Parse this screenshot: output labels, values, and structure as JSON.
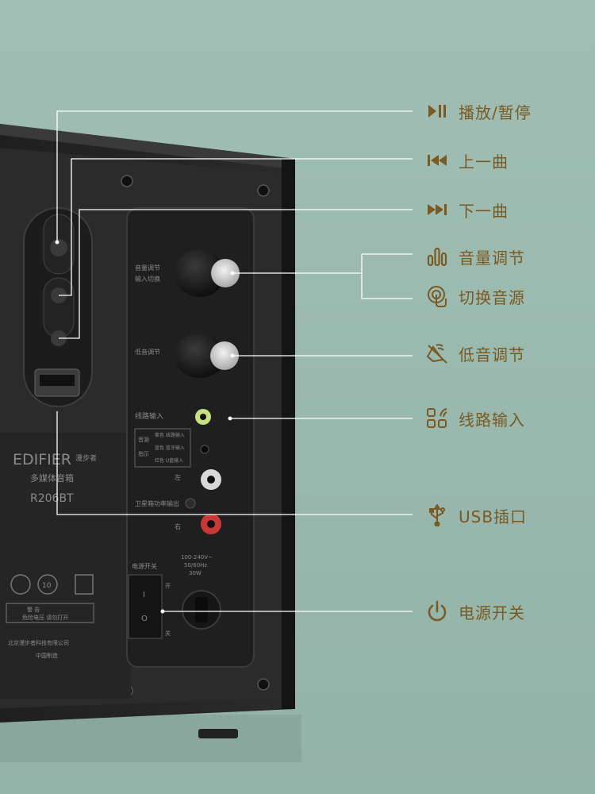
{
  "colors": {
    "background": "#9bbab0",
    "accent": "#7a5a22",
    "panel": "#262626",
    "line": "#ffffff"
  },
  "callouts": [
    {
      "label": "播放/暂停",
      "icon": "play-pause-icon"
    },
    {
      "label": "上一曲",
      "icon": "previous-track-icon"
    },
    {
      "label": "下一曲",
      "icon": "next-track-icon"
    },
    {
      "label": "音量调节",
      "icon": "volume-bars-icon"
    },
    {
      "label": "切换音源",
      "icon": "touch-hand-icon"
    },
    {
      "label": "低音调节",
      "icon": "bass-speaker-icon"
    },
    {
      "label": "线路输入",
      "icon": "line-input-icon"
    },
    {
      "label": "USB插口",
      "icon": "usb-icon"
    },
    {
      "label": "电源开关",
      "icon": "power-icon"
    }
  ],
  "panel": {
    "brand": "EDIFIER",
    "brand_cn": "漫步者",
    "product_type": "多媒体音箱",
    "model": "R206BT",
    "knob1_label_a": "音量调节",
    "knob1_label_b": "输入切换",
    "knob2_label": "低音调节",
    "line_in_label": "线路输入",
    "source_label": "音源",
    "indicator_label": "指示",
    "source_purple": "紫色 线路输入",
    "source_blue": "蓝色 蓝牙输入",
    "source_red": "红色 U盘输入",
    "left_mark": "左",
    "right_mark": "右",
    "satellite_out": "卫星箱功率输出",
    "power_spec_1": "100-240V~",
    "power_spec_2": "50/60Hz",
    "power_spec_3": "30W",
    "power_switch_label": "电源开关",
    "switch_on": "开",
    "switch_off": "关",
    "switch_i": "I",
    "switch_o": "O",
    "warning_label": "警 告",
    "warning_text": "危险电压 请勿打开",
    "company": "北京漫步者科技有限公司",
    "made_in": "中国制造",
    "cert_10": "10"
  }
}
